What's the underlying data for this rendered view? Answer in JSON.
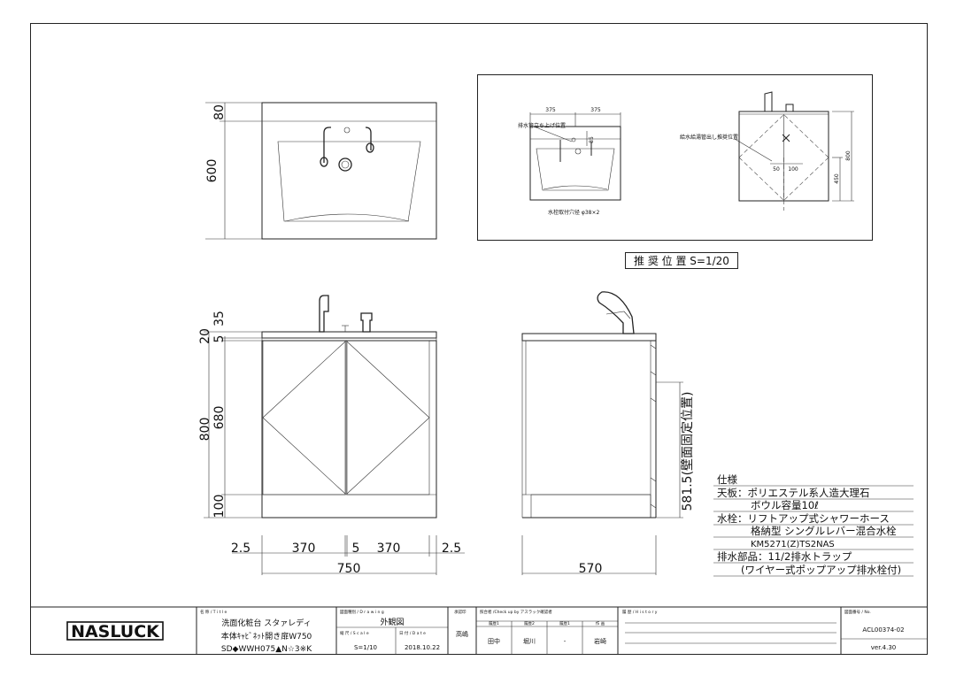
{
  "front_view": {
    "dims_horizontal": [
      "2.5",
      "370",
      "5",
      "370",
      "2.5"
    ],
    "overall_width": "750",
    "dims_vertical": [
      "35",
      "20",
      "5",
      "680",
      "100"
    ],
    "overall_height": "800"
  },
  "top_view": {
    "height": "600",
    "top_band": "80"
  },
  "side_view": {
    "depth": "570",
    "wall_fixing": "581.5(壁面固定位置)"
  },
  "recommended": {
    "label": "推 奨 位 置 S=1/20",
    "dim_a": "375",
    "dim_b": "375",
    "drain_label": "排水管立ち上げ位置",
    "dim_c": "85",
    "faucet_hole": "水栓取付穴径 φ38×2",
    "supply_label": "給水給湯管出し推奨位置",
    "dim_50": "50",
    "dim_100": "100",
    "dim_450": "450",
    "dim_800": "800"
  },
  "spec": {
    "title": "仕様",
    "lines": [
      "天板：ポリエステル系人造大理石",
      "ボウル容量10ℓ",
      "水栓：リフトアップ式シャワーホース",
      "格納型 シングルレバー混合水栓",
      "KM5271(Z)TS2NAS",
      "排水部品：11/2排水トラップ",
      "(ワイヤー式ポップアップ排水栓付)"
    ]
  },
  "title_block": {
    "logo": "NASLUCK",
    "title_hdr": "名 称 / T i t l e",
    "title_1": "洗面化粧台 スタァレディ",
    "title_2": "本体ｷｬﾋﾞﾈｯﾄ開き扉W750",
    "title_3": "SD◆WWH075▲N☆3※K",
    "drawing_hdr": "図面種別 / D r a w i n g",
    "drawing": "外観図",
    "scale_hdr": "縮 尺 / S c a l e",
    "scale": "S=1/10",
    "date_hdr": "日 付 / D a t e",
    "date": "2018.10.22",
    "author_hdr": "承認印",
    "author": "高嶋",
    "check_hdr": "照合者 /Check up by アスラック確認者",
    "check_sub": [
      "履歴1",
      "履歴2",
      "履歴1",
      "作 画"
    ],
    "checkers": [
      "田中",
      "堀川",
      "-",
      "岩崎"
    ],
    "history_hdr": "履 歴 / H i s t o r y",
    "no_hdr": "図面番号 / No.",
    "number": "ACL00374-02",
    "version": "ver.4.30"
  }
}
